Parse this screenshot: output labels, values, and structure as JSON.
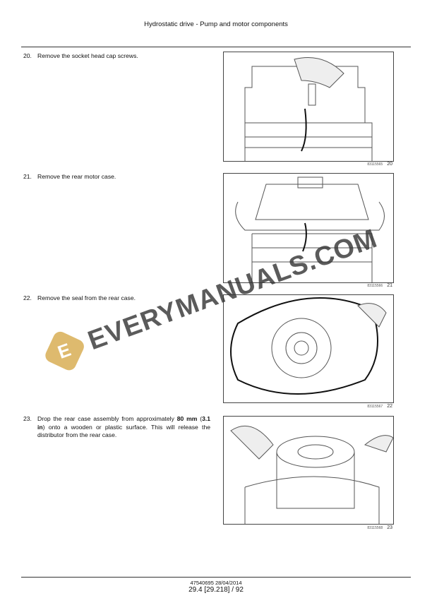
{
  "header": {
    "title": "Hydrostatic drive - Pump and motor components"
  },
  "steps": [
    {
      "num": "20.",
      "text": "Remove the socket head cap screws.",
      "figure_id": "83115565",
      "figure_num": "20"
    },
    {
      "num": "21.",
      "text": "Remove the rear motor case.",
      "figure_id": "83115566",
      "figure_num": "21"
    },
    {
      "num": "22.",
      "text": "Remove the seal from the rear case.",
      "figure_id": "83115567",
      "figure_num": "22"
    },
    {
      "num": "23.",
      "text_before": "Drop the rear case assembly from approximately ",
      "bold1": "80 mm",
      "text_mid": " (",
      "bold2": "3.1 in",
      "text_after": ") onto a wooden or plastic surface. This will release the distributor from the rear case.",
      "figure_id": "83115568",
      "figure_num": "23"
    }
  ],
  "watermark": {
    "logo_letter": "E",
    "text": "EVERYMANUALS.COM",
    "color": "#d7a94a"
  },
  "footer": {
    "doc": "47540695 28/04/2014",
    "page": "29.4 [29.218] / 92"
  }
}
